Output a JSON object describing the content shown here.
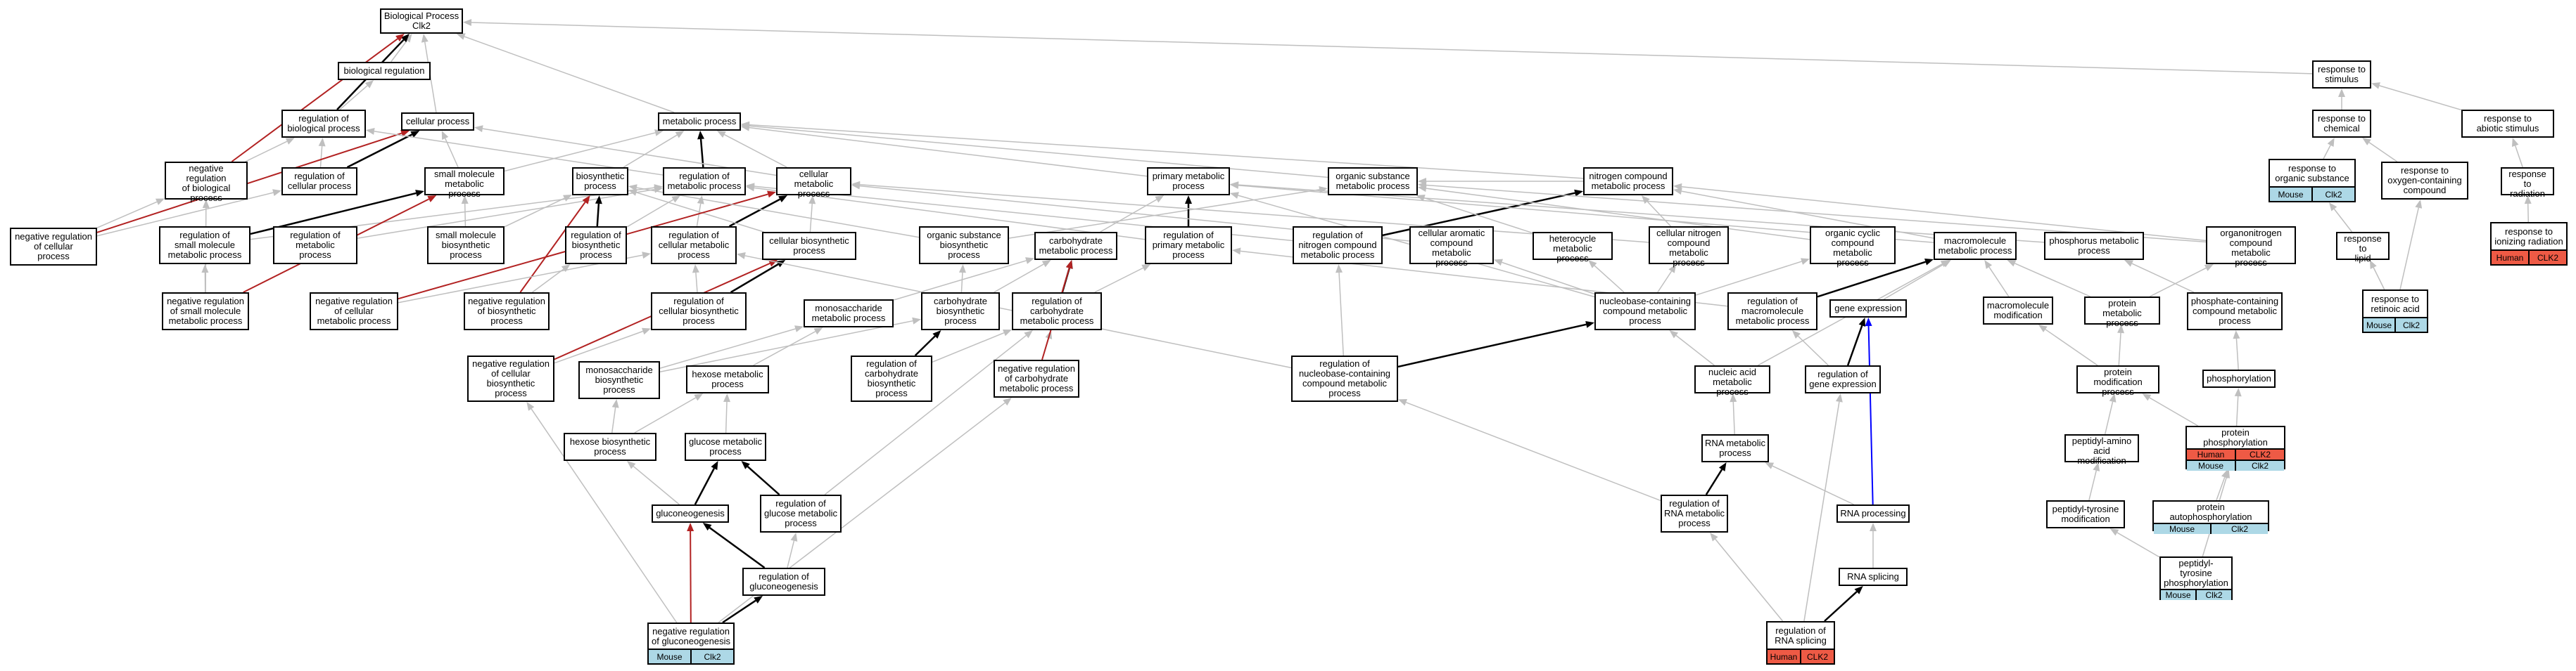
{
  "colors": {
    "is_a_edge": "#bfbfbf",
    "part_of_edge": "#000000",
    "negatively_regulates_edge": "#b22222",
    "regulates_edge": "#0000ff",
    "mouse_tag": "#add8e6",
    "human_tag": "#ee5a45"
  },
  "nodes": [
    {
      "id": "bp",
      "label": "Biological Process\nClk2"
    },
    {
      "id": "breg",
      "label": "biological regulation"
    },
    {
      "id": "regbp",
      "label": "regulation of\nbiological process"
    },
    {
      "id": "cellp",
      "label": "cellular process"
    },
    {
      "id": "negregbp",
      "label": "negative regulation\nof biological\nprocess"
    },
    {
      "id": "regcellp",
      "label": "regulation of\ncellular process"
    },
    {
      "id": "negregcellp",
      "label": "negative regulation\nof cellular\nprocess"
    },
    {
      "id": "regsmm",
      "label": "regulation of\nsmall molecule\nmetabolic process"
    },
    {
      "id": "negregsmm",
      "label": "negative regulation\nof small molecule\nmetabolic process"
    },
    {
      "id": "metp",
      "label": "metabolic process"
    },
    {
      "id": "smmp",
      "label": "small molecule\nmetabolic process"
    },
    {
      "id": "biosyn",
      "label": "biosynthetic\nprocess"
    },
    {
      "id": "regmetp",
      "label": "regulation of\nmetabolic process"
    },
    {
      "id": "cellmetp",
      "label": "cellular metabolic\nprocess"
    },
    {
      "id": "regmetp2",
      "label": "regulation of\nmetabolic\nprocess"
    },
    {
      "id": "smbiosyn",
      "label": "small molecule\nbiosynthetic\nprocess"
    },
    {
      "id": "regbiosyn",
      "label": "regulation of\nbiosynthetic\nprocess"
    },
    {
      "id": "regcellmet",
      "label": "regulation of\ncellular metabolic\nprocess"
    },
    {
      "id": "cellbiosyn",
      "label": "cellular biosynthetic\nprocess"
    },
    {
      "id": "negregcellmet",
      "label": "negative regulation\nof cellular\nmetabolic process"
    },
    {
      "id": "negregbiosyn",
      "label": "negative regulation\nof biosynthetic\nprocess"
    },
    {
      "id": "regcellbiosyn",
      "label": "regulation of\ncellular biosynthetic\nprocess"
    },
    {
      "id": "negregcellbiosyn",
      "label": "negative regulation\nof cellular\nbiosynthetic\nprocess"
    },
    {
      "id": "monomet",
      "label": "monosaccharide\nmetabolic process"
    },
    {
      "id": "monobiosyn",
      "label": "monosaccharide\nbiosynthetic\nprocess"
    },
    {
      "id": "hexmet",
      "label": "hexose metabolic\nprocess"
    },
    {
      "id": "hexbiosyn",
      "label": "hexose biosynthetic\nprocess"
    },
    {
      "id": "glcmet",
      "label": "glucose metabolic\nprocess"
    },
    {
      "id": "gluconeo",
      "label": "gluconeogenesis"
    },
    {
      "id": "regglcmet",
      "label": "regulation of\nglucose metabolic\nprocess"
    },
    {
      "id": "reggluconeo",
      "label": "regulation of\ngluconeogenesis"
    },
    {
      "id": "negreggluconeo",
      "label": "negative regulation\nof gluconeogenesis",
      "tags": [
        {
          "cls": "mouse",
          "org": "Mouse",
          "gene": "Clk2"
        }
      ]
    },
    {
      "id": "orgsubbiosyn",
      "label": "organic substance\nbiosynthetic\nprocess"
    },
    {
      "id": "carbmet",
      "label": "carbohydrate\nmetabolic process"
    },
    {
      "id": "carbbiosyn",
      "label": "carbohydrate\nbiosynthetic\nprocess"
    },
    {
      "id": "regcarbmet",
      "label": "regulation of\ncarbohydrate\nmetabolic process"
    },
    {
      "id": "regcarbbiosyn",
      "label": "regulation of\ncarbohydrate\nbiosynthetic\nprocess"
    },
    {
      "id": "negregcarbmet",
      "label": "negative regulation\nof carbohydrate\nmetabolic process"
    },
    {
      "id": "primmet",
      "label": "primary metabolic\nprocess"
    },
    {
      "id": "regprimmet",
      "label": "regulation of\nprimary metabolic\nprocess"
    },
    {
      "id": "orgsubmet",
      "label": "organic substance\nmetabolic process"
    },
    {
      "id": "nitcompmet",
      "label": "nitrogen compound\nmetabolic process"
    },
    {
      "id": "regnitcomp",
      "label": "regulation of\nnitrogen compound\nmetabolic process"
    },
    {
      "id": "cellarom",
      "label": "cellular aromatic\ncompound metabolic\nprocess"
    },
    {
      "id": "hetero",
      "label": "heterocycle\nmetabolic process"
    },
    {
      "id": "cellnitcomp",
      "label": "cellular nitrogen\ncompound metabolic\nprocess"
    },
    {
      "id": "orgcyclic",
      "label": "organic cyclic\ncompound metabolic\nprocess"
    },
    {
      "id": "nucbase",
      "label": "nucleobase-containing\ncompound metabolic\nprocess"
    },
    {
      "id": "regnucbase",
      "label": "regulation of\nnucleobase-containing\ncompound metabolic\nprocess"
    },
    {
      "id": "macromet",
      "label": "macromolecule\nmetabolic process"
    },
    {
      "id": "regmacromet",
      "label": "regulation of\nmacromolecule\nmetabolic process"
    },
    {
      "id": "geneexp",
      "label": "gene expression"
    },
    {
      "id": "reggeneexp",
      "label": "regulation of\ngene expression"
    },
    {
      "id": "nucacid",
      "label": "nucleic acid\nmetabolic process"
    },
    {
      "id": "rnamet",
      "label": "RNA metabolic\nprocess"
    },
    {
      "id": "regrnamet",
      "label": "regulation of\nRNA metabolic\nprocess"
    },
    {
      "id": "rnaproc",
      "label": "RNA processing"
    },
    {
      "id": "rnasplice",
      "label": "RNA splicing"
    },
    {
      "id": "regrnasplice",
      "label": "regulation of\nRNA splicing",
      "tags": [
        {
          "cls": "human",
          "org": "Human",
          "gene": "CLK2"
        }
      ]
    },
    {
      "id": "phosmet",
      "label": "phosphorus metabolic\nprocess"
    },
    {
      "id": "organonit",
      "label": "organonitrogen\ncompound metabolic\nprocess"
    },
    {
      "id": "macromod",
      "label": "macromolecule\nmodification"
    },
    {
      "id": "protmet",
      "label": "protein metabolic\nprocess"
    },
    {
      "id": "phoscont",
      "label": "phosphate-containing\ncompound metabolic\nprocess"
    },
    {
      "id": "phosphorylation",
      "label": "phosphorylation"
    },
    {
      "id": "protmod",
      "label": "protein modification\nprocess"
    },
    {
      "id": "protphos",
      "label": "protein phosphorylation",
      "tags": [
        {
          "cls": "human",
          "org": "Human",
          "gene": "CLK2"
        },
        {
          "cls": "mouse",
          "org": "Mouse",
          "gene": "Clk2"
        }
      ]
    },
    {
      "id": "peptaa",
      "label": "peptidyl-amino\nacid modification"
    },
    {
      "id": "protautophos",
      "label": "protein autophosphorylation",
      "tags": [
        {
          "cls": "mouse",
          "org": "Mouse",
          "gene": "Clk2"
        }
      ]
    },
    {
      "id": "pepttyrmod",
      "label": "peptidyl-tyrosine\nmodification"
    },
    {
      "id": "pepttyrphos",
      "label": "peptidyl-tyrosine\nphosphorylation",
      "tags": [
        {
          "cls": "mouse",
          "org": "Mouse",
          "gene": "Clk2"
        }
      ]
    },
    {
      "id": "respstim",
      "label": "response to\nstimulus"
    },
    {
      "id": "respchem",
      "label": "response to\nchemical"
    },
    {
      "id": "resporg",
      "label": "response to\norganic substance",
      "tags": [
        {
          "cls": "mouse",
          "org": "Mouse",
          "gene": "Clk2"
        }
      ]
    },
    {
      "id": "respoxy",
      "label": "response to\noxygen-containing\ncompound"
    },
    {
      "id": "respabio",
      "label": "response to\nabiotic stimulus"
    },
    {
      "id": "respradiation",
      "label": "response to\nradiation"
    },
    {
      "id": "respion",
      "label": "response to\nionizing radiation",
      "tags": [
        {
          "cls": "human",
          "org": "Human",
          "gene": "CLK2"
        }
      ]
    },
    {
      "id": "resplipid",
      "label": "response to\nlipid"
    },
    {
      "id": "respretinoic",
      "label": "response to\nretinoic acid",
      "tags": [
        {
          "cls": "mouse",
          "org": "Mouse",
          "gene": "Clk2"
        }
      ]
    }
  ],
  "edges": [
    {
      "from": "breg",
      "to": "bp",
      "type": "is_a"
    },
    {
      "from": "cellp",
      "to": "bp",
      "type": "is_a"
    },
    {
      "from": "metp",
      "to": "bp",
      "type": "is_a"
    },
    {
      "from": "respstim",
      "to": "bp",
      "type": "is_a"
    },
    {
      "from": "regbp",
      "to": "breg",
      "type": "is_a"
    },
    {
      "from": "regbp",
      "to": "bp",
      "type": "part_of"
    },
    {
      "from": "negregbp",
      "to": "regbp",
      "type": "is_a"
    },
    {
      "from": "negregbp",
      "to": "bp",
      "type": "neg"
    },
    {
      "from": "regcellp",
      "to": "regbp",
      "type": "is_a"
    },
    {
      "from": "regcellp",
      "to": "cellp",
      "type": "part_of"
    },
    {
      "from": "negregcellp",
      "to": "negregbp",
      "type": "is_a"
    },
    {
      "from": "negregcellp",
      "to": "regcellp",
      "type": "is_a"
    },
    {
      "from": "negregcellp",
      "to": "cellp",
      "type": "neg"
    },
    {
      "from": "smmp",
      "to": "metp",
      "type": "is_a"
    },
    {
      "from": "smmp",
      "to": "cellp",
      "type": "is_a"
    },
    {
      "from": "biosyn",
      "to": "metp",
      "type": "is_a"
    },
    {
      "from": "regmetp",
      "to": "regbp",
      "type": "is_a"
    },
    {
      "from": "regmetp",
      "to": "metp",
      "type": "part_of"
    },
    {
      "from": "cellmetp",
      "to": "metp",
      "type": "is_a"
    },
    {
      "from": "cellmetp",
      "to": "cellp",
      "type": "is_a"
    },
    {
      "from": "primmet",
      "to": "metp",
      "type": "is_a"
    },
    {
      "from": "orgsubmet",
      "to": "metp",
      "type": "is_a"
    },
    {
      "from": "nitcompmet",
      "to": "metp",
      "type": "is_a"
    },
    {
      "from": "regsmm",
      "to": "regmetp",
      "type": "is_a"
    },
    {
      "from": "regsmm",
      "to": "smmp",
      "type": "part_of"
    },
    {
      "from": "negregsmm",
      "to": "regsmm",
      "type": "is_a"
    },
    {
      "from": "negregsmm",
      "to": "smmp",
      "type": "neg"
    },
    {
      "from": "negregsmm",
      "to": "negregbp",
      "type": "is_a"
    },
    {
      "from": "regmetp2",
      "to": "regmetp",
      "type": "is_a"
    },
    {
      "from": "smbiosyn",
      "to": "smmp",
      "type": "is_a"
    },
    {
      "from": "smbiosyn",
      "to": "biosyn",
      "type": "is_a"
    },
    {
      "from": "regbiosyn",
      "to": "regmetp",
      "type": "is_a"
    },
    {
      "from": "regbiosyn",
      "to": "biosyn",
      "type": "part_of"
    },
    {
      "from": "regcellmet",
      "to": "regmetp",
      "type": "is_a"
    },
    {
      "from": "regcellmet",
      "to": "cellmetp",
      "type": "part_of"
    },
    {
      "from": "cellbiosyn",
      "to": "cellmetp",
      "type": "is_a"
    },
    {
      "from": "cellbiosyn",
      "to": "biosyn",
      "type": "is_a"
    },
    {
      "from": "negregbiosyn",
      "to": "regbiosyn",
      "type": "is_a"
    },
    {
      "from": "negregbiosyn",
      "to": "biosyn",
      "type": "neg"
    },
    {
      "from": "negregcellmet",
      "to": "regcellmet",
      "type": "is_a"
    },
    {
      "from": "negregcellmet",
      "to": "cellmetp",
      "type": "neg"
    },
    {
      "from": "regcellbiosyn",
      "to": "regcellmet",
      "type": "is_a"
    },
    {
      "from": "regcellbiosyn",
      "to": "cellbiosyn",
      "type": "part_of"
    },
    {
      "from": "negregcellbiosyn",
      "to": "regcellbiosyn",
      "type": "is_a"
    },
    {
      "from": "negregcellbiosyn",
      "to": "cellbiosyn",
      "type": "neg"
    },
    {
      "from": "monomet",
      "to": "carbmet",
      "type": "is_a"
    },
    {
      "from": "monobiosyn",
      "to": "monomet",
      "type": "is_a"
    },
    {
      "from": "monobiosyn",
      "to": "carbbiosyn",
      "type": "is_a"
    },
    {
      "from": "hexmet",
      "to": "monomet",
      "type": "is_a"
    },
    {
      "from": "hexbiosyn",
      "to": "hexmet",
      "type": "is_a"
    },
    {
      "from": "hexbiosyn",
      "to": "monobiosyn",
      "type": "is_a"
    },
    {
      "from": "glcmet",
      "to": "hexmet",
      "type": "is_a"
    },
    {
      "from": "gluconeo",
      "to": "glcmet",
      "type": "part_of"
    },
    {
      "from": "gluconeo",
      "to": "hexbiosyn",
      "type": "is_a"
    },
    {
      "from": "regglcmet",
      "to": "regcarbmet",
      "type": "is_a"
    },
    {
      "from": "regglcmet",
      "to": "glcmet",
      "type": "part_of"
    },
    {
      "from": "reggluconeo",
      "to": "regglcmet",
      "type": "is_a"
    },
    {
      "from": "reggluconeo",
      "to": "gluconeo",
      "type": "part_of"
    },
    {
      "from": "negreggluconeo",
      "to": "reggluconeo",
      "type": "part_of"
    },
    {
      "from": "negreggluconeo",
      "to": "gluconeo",
      "type": "neg"
    },
    {
      "from": "negreggluconeo",
      "to": "negregcarbmet",
      "type": "is_a"
    },
    {
      "from": "negreggluconeo",
      "to": "negregcellbiosyn",
      "type": "is_a"
    },
    {
      "from": "orgsubbiosyn",
      "to": "orgsubmet",
      "type": "is_a"
    },
    {
      "from": "orgsubbiosyn",
      "to": "biosyn",
      "type": "is_a"
    },
    {
      "from": "carbmet",
      "to": "primmet",
      "type": "is_a"
    },
    {
      "from": "carbbiosyn",
      "to": "carbmet",
      "type": "is_a"
    },
    {
      "from": "carbbiosyn",
      "to": "orgsubbiosyn",
      "type": "is_a"
    },
    {
      "from": "regcarbmet",
      "to": "regprimmet",
      "type": "is_a"
    },
    {
      "from": "regcarbmet",
      "to": "carbmet",
      "type": "part_of"
    },
    {
      "from": "regcarbbiosyn",
      "to": "regcarbmet",
      "type": "is_a"
    },
    {
      "from": "regcarbbiosyn",
      "to": "carbbiosyn",
      "type": "part_of"
    },
    {
      "from": "negregcarbmet",
      "to": "regcarbmet",
      "type": "is_a"
    },
    {
      "from": "negregcarbmet",
      "to": "carbmet",
      "type": "neg"
    },
    {
      "from": "regprimmet",
      "to": "regmetp",
      "type": "is_a"
    },
    {
      "from": "regprimmet",
      "to": "primmet",
      "type": "part_of"
    },
    {
      "from": "nitcompmet",
      "to": "orgsubmet",
      "type": "is_a"
    },
    {
      "from": "regnitcomp",
      "to": "regmetp",
      "type": "is_a"
    },
    {
      "from": "regnitcomp",
      "to": "nitcompmet",
      "type": "part_of"
    },
    {
      "from": "cellarom",
      "to": "cellmetp",
      "type": "is_a"
    },
    {
      "from": "hetero",
      "to": "orgsubmet",
      "type": "is_a"
    },
    {
      "from": "cellnitcomp",
      "to": "nitcompmet",
      "type": "is_a"
    },
    {
      "from": "cellnitcomp",
      "to": "cellmetp",
      "type": "is_a"
    },
    {
      "from": "orgcyclic",
      "to": "orgsubmet",
      "type": "is_a"
    },
    {
      "from": "nucbase",
      "to": "cellarom",
      "type": "is_a"
    },
    {
      "from": "nucbase",
      "to": "hetero",
      "type": "is_a"
    },
    {
      "from": "nucbase",
      "to": "cellnitcomp",
      "type": "is_a"
    },
    {
      "from": "nucbase",
      "to": "orgcyclic",
      "type": "is_a"
    },
    {
      "from": "nucbase",
      "to": "primmet",
      "type": "is_a"
    },
    {
      "from": "regnucbase",
      "to": "regnitcomp",
      "type": "is_a"
    },
    {
      "from": "regnucbase",
      "to": "regcellmet",
      "type": "is_a"
    },
    {
      "from": "regnucbase",
      "to": "nucbase",
      "type": "part_of"
    },
    {
      "from": "macromet",
      "to": "primmet",
      "type": "is_a"
    },
    {
      "from": "macromet",
      "to": "nitcompmet",
      "type": "is_a"
    },
    {
      "from": "regmacromet",
      "to": "regprimmet",
      "type": "is_a"
    },
    {
      "from": "regmacromet",
      "to": "macromet",
      "type": "part_of"
    },
    {
      "from": "geneexp",
      "to": "macromet",
      "type": "is_a"
    },
    {
      "from": "reggeneexp",
      "to": "regmacromet",
      "type": "is_a"
    },
    {
      "from": "reggeneexp",
      "to": "geneexp",
      "type": "part_of"
    },
    {
      "from": "nucacid",
      "to": "nucbase",
      "type": "is_a"
    },
    {
      "from": "nucacid",
      "to": "macromet",
      "type": "is_a"
    },
    {
      "from": "rnamet",
      "to": "nucacid",
      "type": "is_a"
    },
    {
      "from": "regrnamet",
      "to": "regnucbase",
      "type": "is_a"
    },
    {
      "from": "regrnamet",
      "to": "rnamet",
      "type": "part_of"
    },
    {
      "from": "rnaproc",
      "to": "rnamet",
      "type": "is_a"
    },
    {
      "from": "rnaproc",
      "to": "geneexp",
      "type": "reg"
    },
    {
      "from": "rnasplice",
      "to": "rnaproc",
      "type": "is_a"
    },
    {
      "from": "regrnasplice",
      "to": "regrnamet",
      "type": "is_a"
    },
    {
      "from": "regrnasplice",
      "to": "reggeneexp",
      "type": "is_a"
    },
    {
      "from": "regrnasplice",
      "to": "rnasplice",
      "type": "part_of"
    },
    {
      "from": "phosmet",
      "to": "primmet",
      "type": "is_a"
    },
    {
      "from": "organonit",
      "to": "nitcompmet",
      "type": "is_a"
    },
    {
      "from": "organonit",
      "to": "orgsubmet",
      "type": "is_a"
    },
    {
      "from": "macromod",
      "to": "macromet",
      "type": "is_a"
    },
    {
      "from": "protmet",
      "to": "macromet",
      "type": "is_a"
    },
    {
      "from": "protmet",
      "to": "organonit",
      "type": "is_a"
    },
    {
      "from": "phoscont",
      "to": "phosmet",
      "type": "is_a"
    },
    {
      "from": "phosphorylation",
      "to": "phoscont",
      "type": "is_a"
    },
    {
      "from": "protmod",
      "to": "protmet",
      "type": "is_a"
    },
    {
      "from": "protmod",
      "to": "macromod",
      "type": "is_a"
    },
    {
      "from": "protphos",
      "to": "protmod",
      "type": "is_a"
    },
    {
      "from": "protphos",
      "to": "phosphorylation",
      "type": "is_a"
    },
    {
      "from": "peptaa",
      "to": "protmod",
      "type": "is_a"
    },
    {
      "from": "protautophos",
      "to": "protphos",
      "type": "is_a"
    },
    {
      "from": "pepttyrmod",
      "to": "peptaa",
      "type": "is_a"
    },
    {
      "from": "pepttyrphos",
      "to": "pepttyrmod",
      "type": "is_a"
    },
    {
      "from": "pepttyrphos",
      "to": "protphos",
      "type": "is_a"
    },
    {
      "from": "respchem",
      "to": "respstim",
      "type": "is_a"
    },
    {
      "from": "respabio",
      "to": "respstim",
      "type": "is_a"
    },
    {
      "from": "resporg",
      "to": "respchem",
      "type": "is_a"
    },
    {
      "from": "respoxy",
      "to": "respchem",
      "type": "is_a"
    },
    {
      "from": "respradiation",
      "to": "respabio",
      "type": "is_a"
    },
    {
      "from": "respion",
      "to": "respradiation",
      "type": "is_a"
    },
    {
      "from": "resplipid",
      "to": "resporg",
      "type": "is_a"
    },
    {
      "from": "respretinoic",
      "to": "resplipid",
      "type": "is_a"
    },
    {
      "from": "respretinoic",
      "to": "respoxy",
      "type": "is_a"
    }
  ]
}
